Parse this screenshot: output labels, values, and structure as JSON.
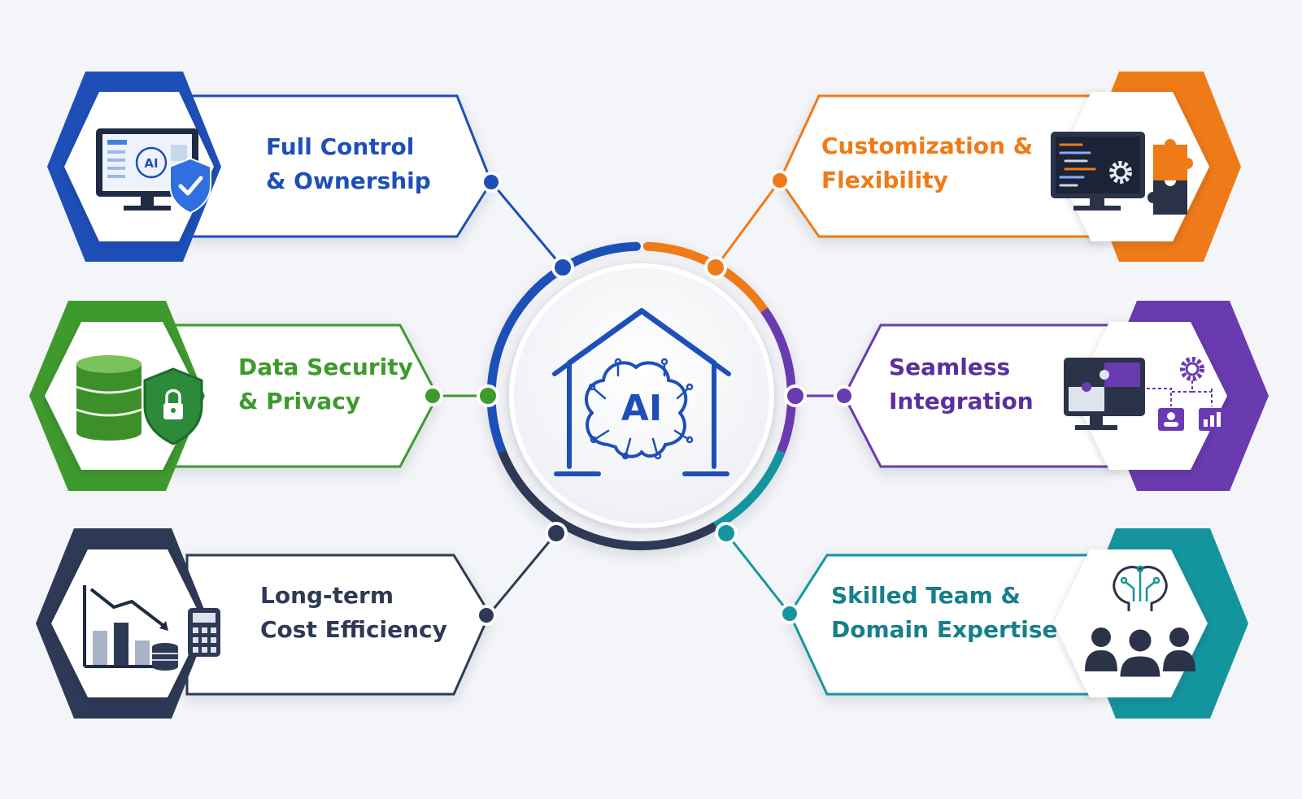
{
  "center": {
    "icon": "house-ai-brain-icon",
    "text": "AI",
    "ring_colors": [
      "#1d4fb8",
      "#ef7a18",
      "#6a3ab0",
      "#14959e",
      "#2e3a55"
    ]
  },
  "nodes": [
    {
      "id": "full-control",
      "line1": "Full Control",
      "line2": "& Ownership",
      "color": "#1e4fb8",
      "icon": "monitor-ai-shield-icon"
    },
    {
      "id": "data-security",
      "line1": "Data Security",
      "line2": "& Privacy",
      "color": "#3f9a2e",
      "icon": "database-lock-shield-icon"
    },
    {
      "id": "cost-efficiency",
      "line1": "Long-term",
      "line2": "Cost Efficiency",
      "color": "#2e3a55",
      "icon": "declining-chart-calculator-icon"
    },
    {
      "id": "customization",
      "line1": "Customization &",
      "line2": "Flexibility",
      "color": "#ef7a18",
      "icon": "code-monitor-puzzle-icon"
    },
    {
      "id": "integration",
      "line1": "Seamless",
      "line2": "Integration",
      "color": "#6a3ab0",
      "icon": "puzzle-monitor-network-icon"
    },
    {
      "id": "skilled-team",
      "line1": "Skilled Team &",
      "line2": "Domain Expertise",
      "color": "#14959e",
      "icon": "team-brain-circuit-icon"
    }
  ]
}
